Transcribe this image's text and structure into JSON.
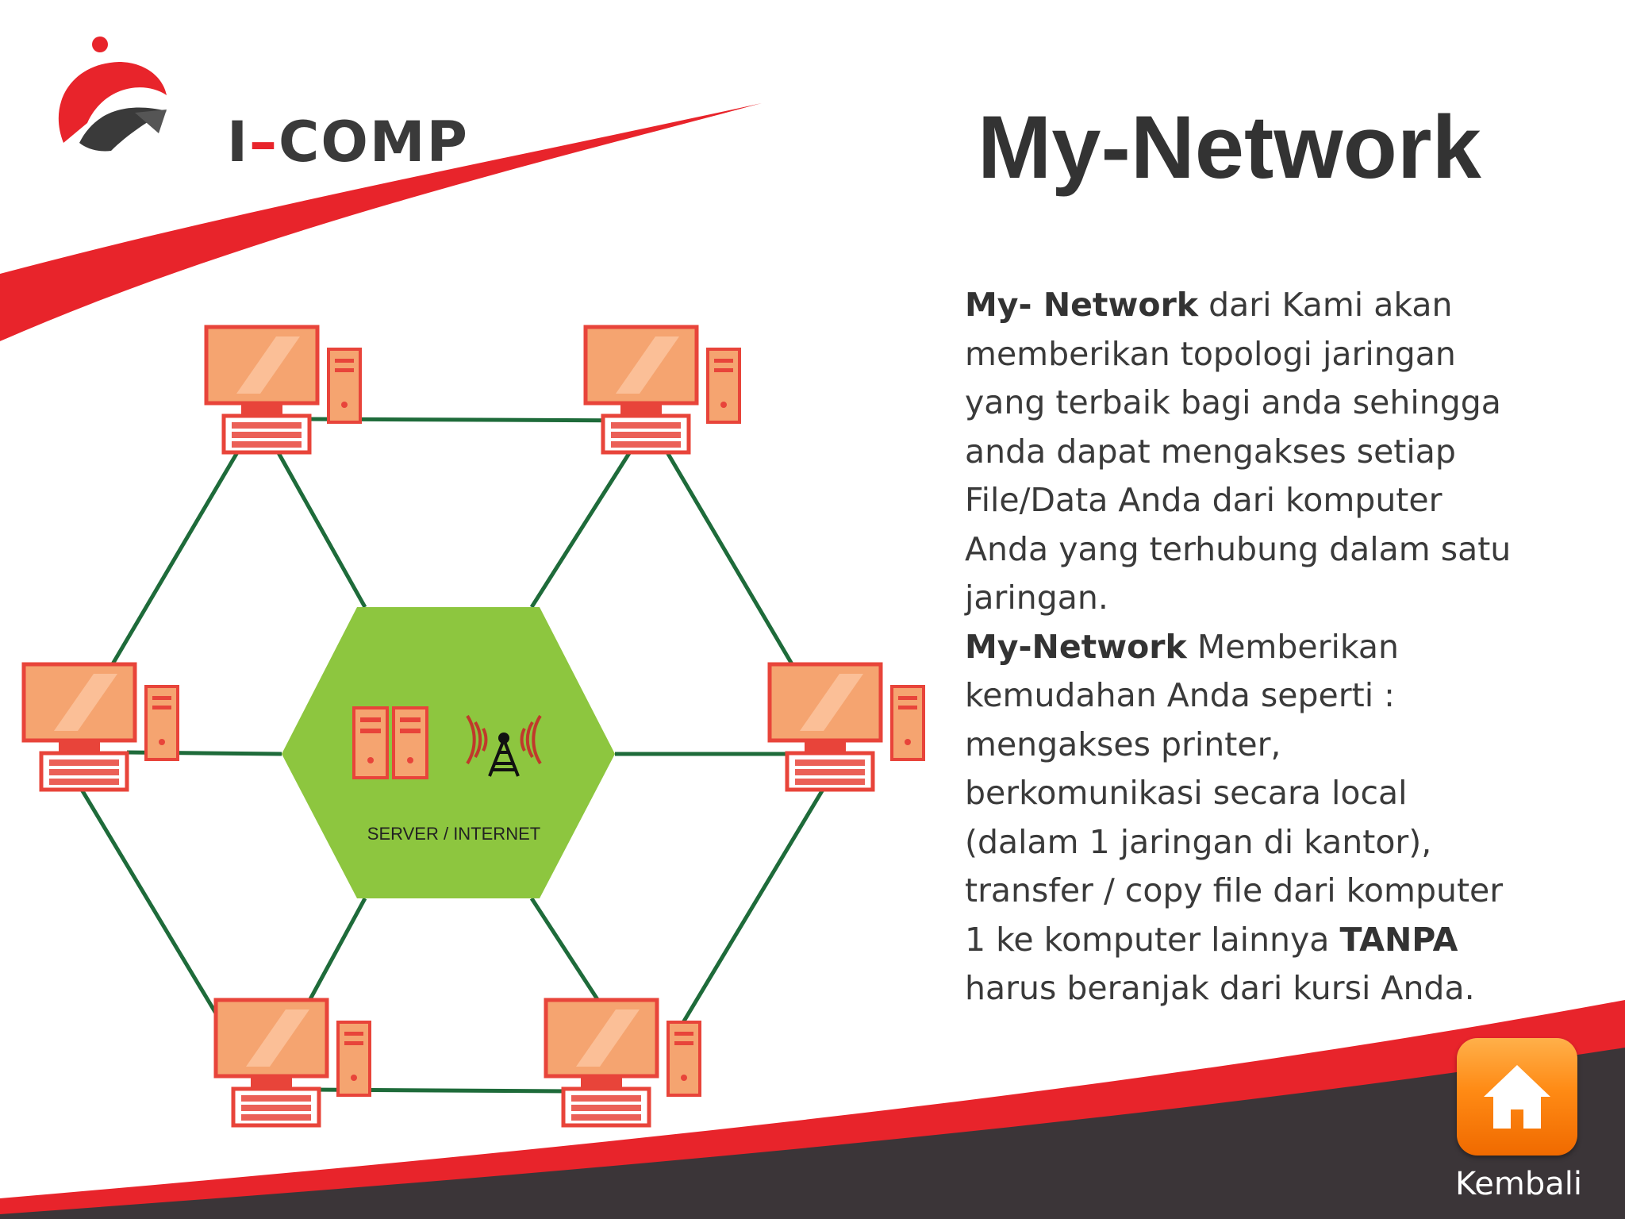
{
  "brand": {
    "logo_text_left": "I",
    "logo_text_dash": "–",
    "logo_text_right": "COMP"
  },
  "page": {
    "title": "My-Network"
  },
  "description": {
    "p1_bold": "My- Network",
    "p1_text": " dari Kami akan memberikan topologi jaringan yang terbaik bagi anda sehingga anda dapat mengakses setiap File/Data Anda dari komputer Anda yang terhubung dalam satu jaringan.",
    "p2_bold": "My-Network",
    "p2_text": " Memberikan kemudahan Anda seperti : mengakses printer, berkomunikasi secara local (dalam 1 jaringan di kantor), transfer / copy file dari komputer 1 ke komputer lainnya ",
    "p2_bold2": "TANPA",
    "p2_text2": " harus beranjak dari kursi Anda."
  },
  "diagram": {
    "center_label": "SERVER / INTERNET",
    "colors": {
      "hub": "#8dc63f",
      "link": "#1e6b3a",
      "computer_fill": "#f5a470",
      "computer_stroke": "#e8443a"
    }
  },
  "nav": {
    "home_icon": "home-icon",
    "home_label": "Kembali"
  }
}
